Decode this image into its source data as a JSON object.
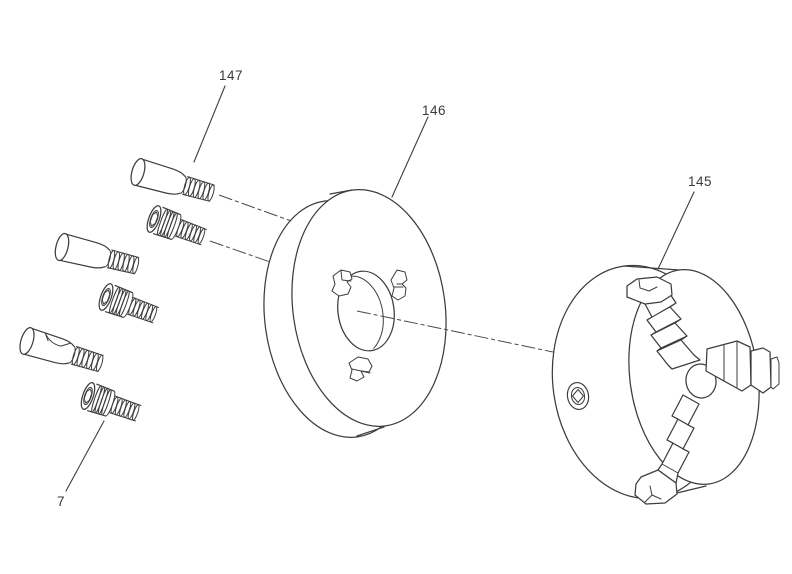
{
  "figure": {
    "type": "exploded-parts-diagram",
    "colors": {
      "background": "#ffffff",
      "line": "#3d3d3d",
      "label": "#3a3a3a"
    },
    "labels": [
      {
        "part": "147",
        "text": "147"
      },
      {
        "part": "146",
        "text": "146"
      },
      {
        "part": "145",
        "text": "145"
      },
      {
        "part": "7",
        "text": "7"
      }
    ]
  }
}
